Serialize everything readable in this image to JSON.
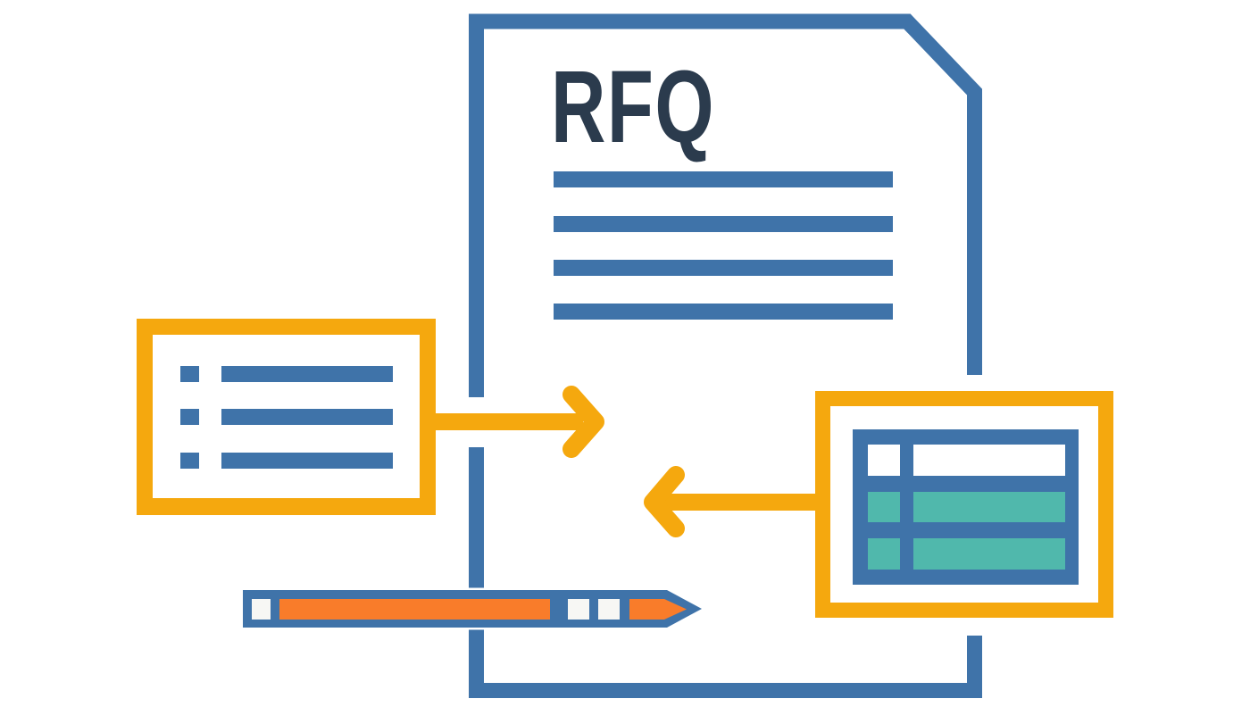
{
  "illustration": {
    "name": "rfq-process-illustration"
  },
  "components": {
    "document": {
      "label": "RFQ",
      "text_line_count": 4,
      "corner": "chamfered-top-right"
    },
    "checklist": {
      "row_count": 3,
      "row_parts": [
        "bullet-square",
        "text-bar"
      ]
    },
    "quote_table": {
      "columns": 2,
      "header_rows": 1,
      "header_cell_color": "white",
      "data_rows": 2,
      "data_cell_color": "teal"
    },
    "arrows": [
      {
        "name": "checklist-to-document",
        "direction": "right"
      },
      {
        "name": "table-to-document",
        "direction": "left"
      }
    ],
    "pencil": {
      "direction": "right",
      "segments": [
        "eraser",
        "body",
        "band",
        "band",
        "tip"
      ]
    }
  },
  "colors": {
    "blue": "#3F73A9",
    "navy": "#2B3B4D",
    "amber": "#F5A80E",
    "pencil_orange": "#F97C2A",
    "teal": "#50B8AC",
    "paper_white": "#FFFFFF",
    "pencil_accent_white": "#F7F7F4"
  }
}
